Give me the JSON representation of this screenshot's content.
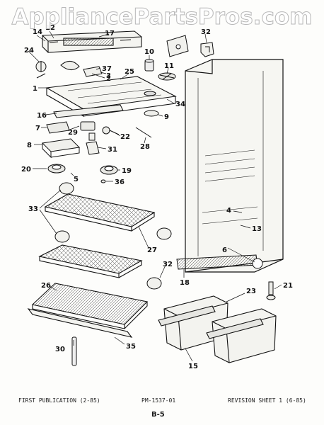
{
  "watermark": "AppliancePartsPros.com",
  "callouts": [
    "14",
    "12",
    "17",
    "32",
    "24",
    "37",
    "10",
    "3",
    "25",
    "2",
    "1",
    "11",
    "34",
    "16",
    "9",
    "7",
    "29",
    "22",
    "28",
    "8",
    "31",
    "20",
    "5",
    "19",
    "36",
    "33",
    "27",
    "4",
    "13",
    "6",
    "32",
    "18",
    "21",
    "26",
    "23",
    "30",
    "35",
    "15"
  ],
  "footer": {
    "left": "FIRST PUBLICATION (2-85)",
    "center": "PM-1537-01",
    "right": "REVISION SHEET 1 (6-85)"
  },
  "page_number": "B-5"
}
